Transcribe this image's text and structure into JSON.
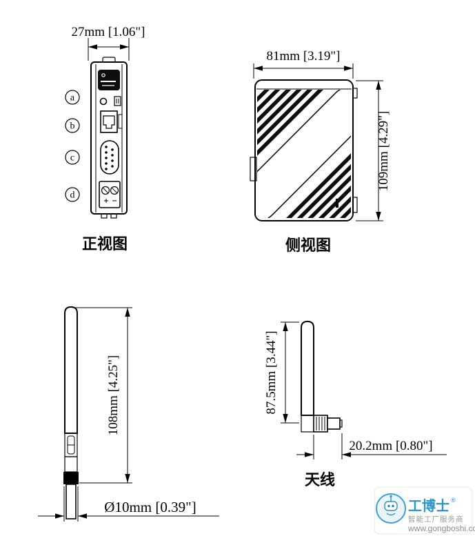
{
  "front_view": {
    "dim_width": "27mm [1.06\"]",
    "port_labels": [
      "a",
      "b",
      "c",
      "d"
    ],
    "caption": "正视图"
  },
  "side_view": {
    "dim_width": "81mm [3.19\"]",
    "dim_height": "109mm [4.29\"]",
    "caption": "侧视图"
  },
  "antenna_front": {
    "dim_length": "108mm [4.25\"]",
    "dim_diameter": "Ø10mm [0.39\"]"
  },
  "antenna_side": {
    "dim_length": "87.5mm [3.44\"]",
    "dim_width": "20.2mm [0.80\"]",
    "caption": "天线"
  },
  "watermark": {
    "brand": "工博士",
    "registered": "®",
    "tagline": "智能工厂服务商",
    "url": "www.gongboshi.com"
  }
}
